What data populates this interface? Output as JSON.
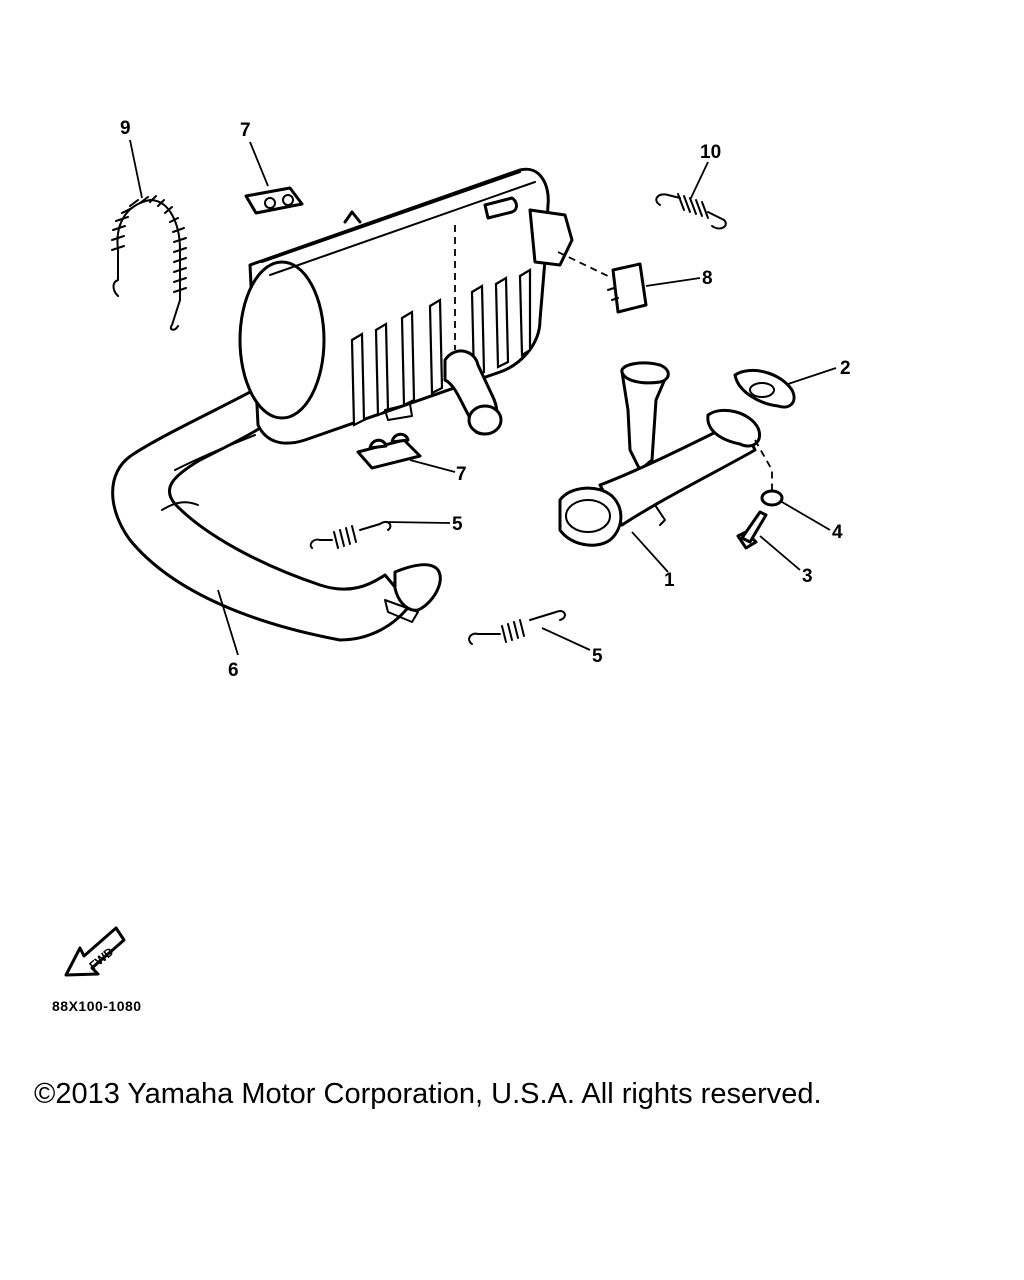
{
  "callouts": {
    "c1": "1",
    "c2": "2",
    "c3": "3",
    "c4": "4",
    "c5a": "5",
    "c5b": "5",
    "c6": "6",
    "c7a": "7",
    "c7b": "7",
    "c8": "8",
    "c9": "9",
    "c10": "10"
  },
  "fwd_label": "FWD",
  "diagram_code": "88X100-1080",
  "copyright": "©2013 Yamaha Motor Corporation, U.S.A. All rights reserved."
}
